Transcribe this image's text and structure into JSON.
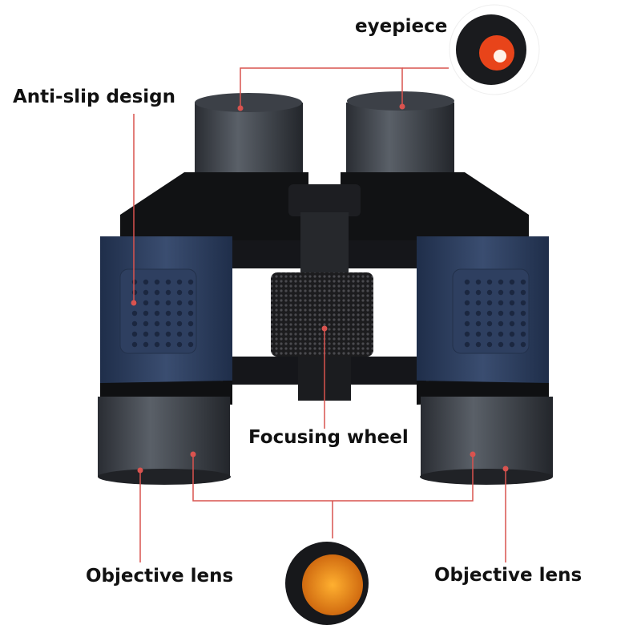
{
  "labels": {
    "eyepiece": "eyepiece",
    "anti_slip": "Anti-slip design",
    "focusing_wheel": "Focusing wheel",
    "objective_left": "Objective lens",
    "objective_right": "Objective lens"
  },
  "colors": {
    "callout": "#d9534f",
    "body_blue": "#2c3e5c",
    "rubber_black": "#1a1c20",
    "lens_orange": "#f0a020"
  }
}
